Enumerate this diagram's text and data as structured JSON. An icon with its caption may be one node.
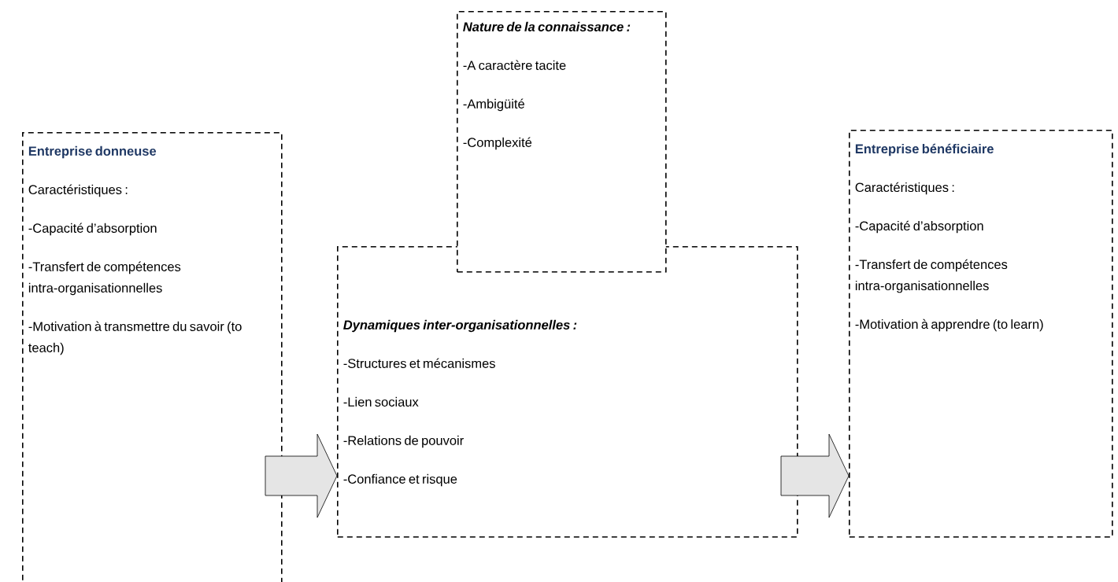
{
  "diagram": {
    "nodes": [
      {
        "text": [
          "Entreprise donneuse",
          "Caractéristiques :",
          "-Capacité d’absorption",
          "-Transfert de compétences intra-organisationnelles",
          "-Motivation à transmettre du savoir (to teach)"
        ]
      },
      {
        "text": [
          "Nature de la connaissance :",
          "-A caractère tacite",
          "-Ambigüité",
          "-Complexité"
        ]
      },
      {
        "text": [
          "Dynamiques inter-organisationnelles :",
          "-Structures et mécanismes",
          "-Lien sociaux",
          "-Relations de pouvoir",
          "-Confiance et risque"
        ]
      },
      {
        "text": [
          "Entreprise bénéficiaire",
          "Caractéristiques :",
          "-Capacité d’absorption",
          "-Transfert de compétences intra-organisationnelles",
          "-Motivation à apprendre (to learn)"
        ]
      }
    ],
    "edges": [
      {
        "from": 0,
        "to": 2,
        "arrow": "to"
      },
      {
        "from": 2,
        "to": 3,
        "arrow": "to"
      }
    ]
  }
}
